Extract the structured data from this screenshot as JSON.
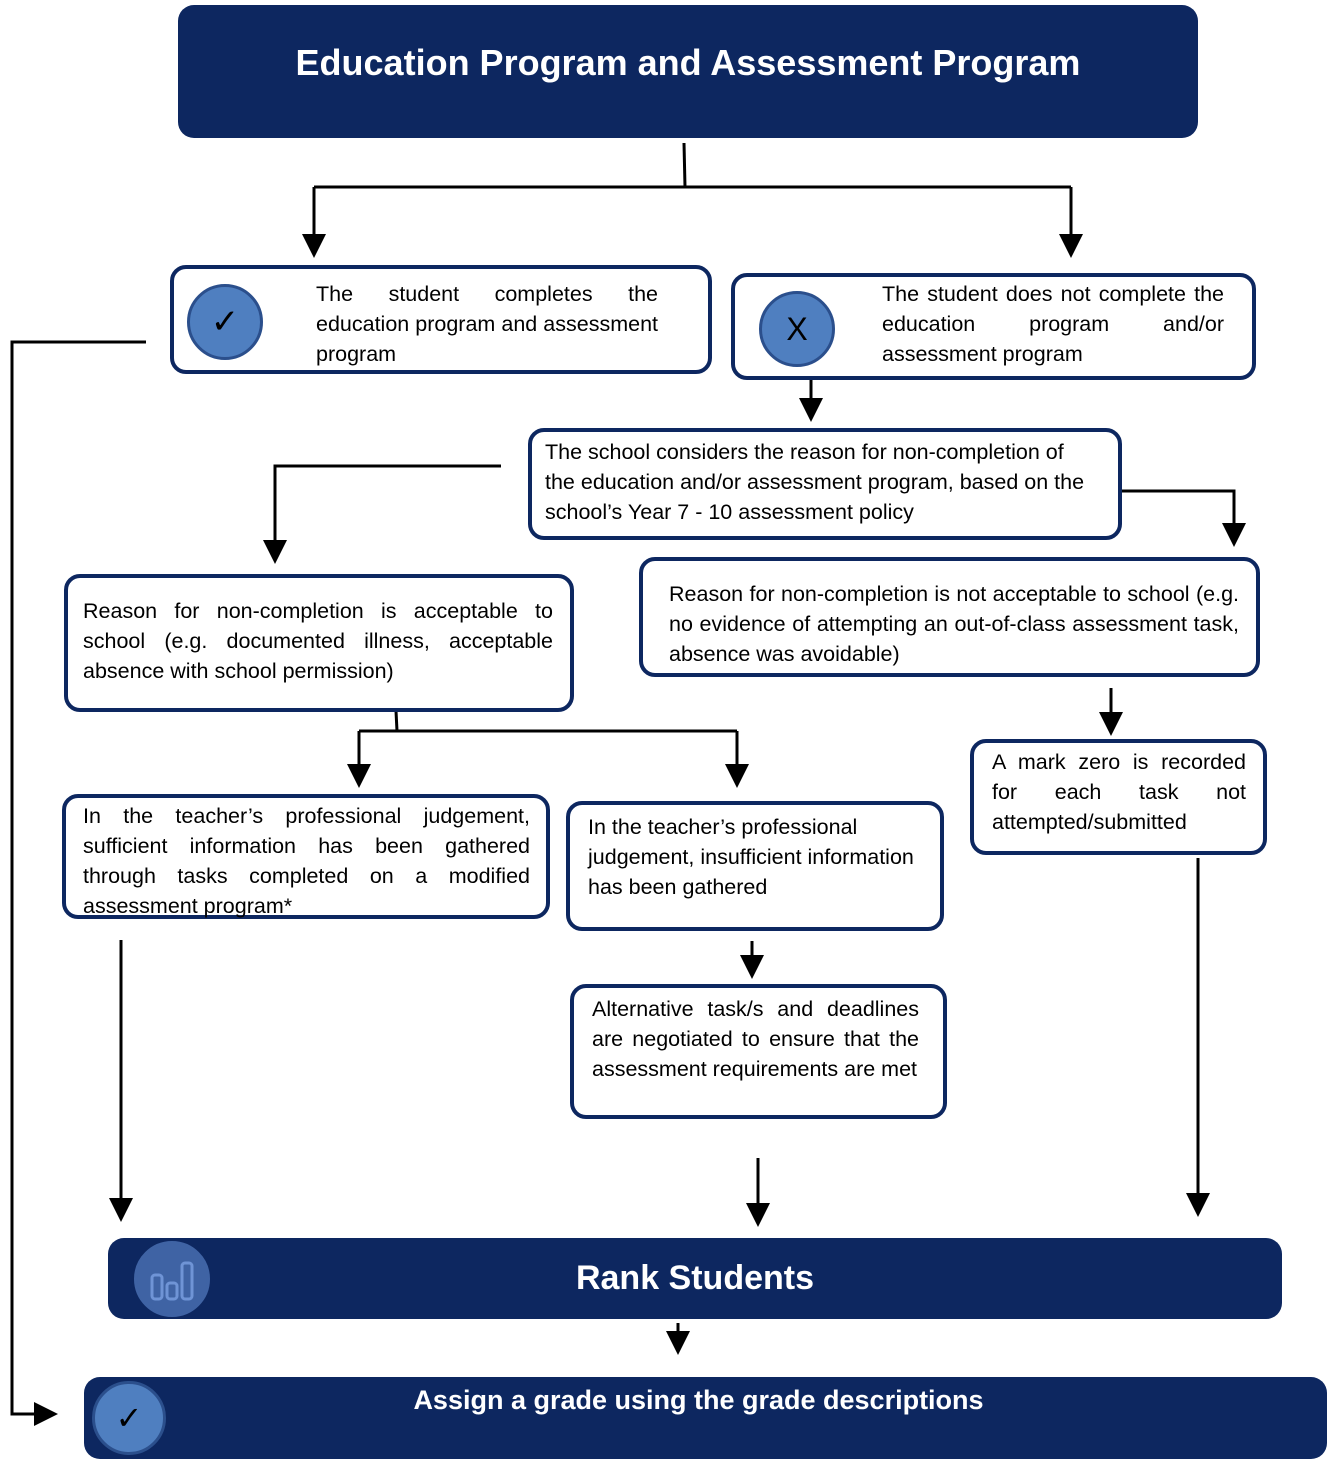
{
  "title": "Education Program and Assessment Program",
  "completes": {
    "icon": "check-icon",
    "symbol": "✓",
    "text": "The student completes the education program and assessment program"
  },
  "not_completes": {
    "icon": "x-icon",
    "symbol": "X",
    "text": "The student does not complete the education program and/or assessment program"
  },
  "school_considers": {
    "text": "The school considers the reason for non-completion of the education and/or assessment program, based on the school’s Year 7 - 10 assessment policy"
  },
  "acceptable": {
    "text": "Reason for non-completion is acceptable to school (e.g. documented illness, acceptable absence with school permission)"
  },
  "not_acceptable": {
    "text": "Reason for non-completion is not acceptable to school (e.g. no evidence of attempting an out-of-class assessment task, absence was avoidable)"
  },
  "sufficient": {
    "text": "In the teacher’s professional judgement, sufficient information has been gathered through tasks completed on a modified assessment program*"
  },
  "insufficient": {
    "text": "In the teacher’s professional judgement, insufficient information has been gathered"
  },
  "mark_zero": {
    "text": "A mark zero is recorded for each task not attempted/submitted"
  },
  "alternative": {
    "text": "Alternative task/s and deadlines are negotiated to ensure that the assessment requirements are met"
  },
  "rank": {
    "label": "Rank Students",
    "icon": "bar-chart-icon"
  },
  "assign": {
    "label": "Assign a grade using the grade descriptions",
    "icon": "check-icon",
    "symbol": "✓"
  },
  "colors": {
    "navy": "#0d2760",
    "circle_fill": "#4f7fc0"
  }
}
